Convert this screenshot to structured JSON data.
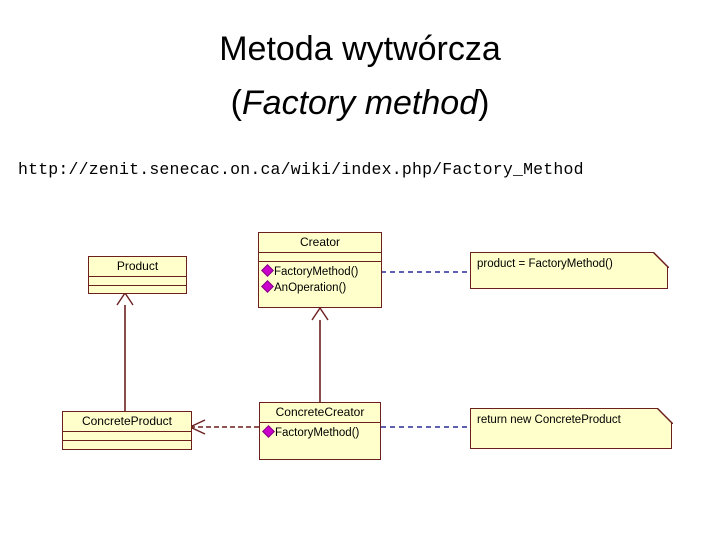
{
  "slide": {
    "title": "Metoda wytwórcza",
    "subtitle_open": "(",
    "subtitle_italic": "Factory method",
    "subtitle_close": ")",
    "source_url": "http://zenit.senecac.on.ca/wiki/index.php/Factory_Method"
  },
  "colors": {
    "box_fill": "#ffffcc",
    "box_border": "#6b1f1f",
    "note_connector": "#000080",
    "dependency": "#6b1f1f",
    "generalization": "#6b1f1f",
    "operation_marker": "#cc00cc",
    "background": "#ffffff",
    "text": "#000000"
  },
  "diagram": {
    "type": "uml-class-diagram",
    "classes": [
      {
        "id": "product",
        "name": "Product",
        "attributes": [],
        "operations": []
      },
      {
        "id": "creator",
        "name": "Creator",
        "attributes": [],
        "operations": [
          "FactoryMethod()",
          "AnOperation()"
        ]
      },
      {
        "id": "concrete-product",
        "name": "ConcreteProduct",
        "attributes": [],
        "operations": []
      },
      {
        "id": "concrete-creator",
        "name": "ConcreteCreator",
        "attributes": [],
        "operations": [
          "FactoryMethod()"
        ]
      }
    ],
    "notes": [
      {
        "id": "note-product-assign",
        "text": "product = FactoryMethod()",
        "attached_to": "creator"
      },
      {
        "id": "note-return-new",
        "text": "return new ConcreteProduct",
        "attached_to": "concrete-creator"
      }
    ],
    "relationships": [
      {
        "id": "gen-product",
        "kind": "generalization",
        "from": "concrete-product",
        "to": "product"
      },
      {
        "id": "gen-creator",
        "kind": "generalization",
        "from": "concrete-creator",
        "to": "creator"
      },
      {
        "id": "dep-creates",
        "kind": "dependency",
        "from": "concrete-creator",
        "to": "concrete-product"
      },
      {
        "id": "anchor-creator-note",
        "kind": "note-anchor",
        "from": "creator",
        "to": "note-product-assign"
      },
      {
        "id": "anchor-concrete-creator-note",
        "kind": "note-anchor",
        "from": "concrete-creator",
        "to": "note-return-new"
      }
    ]
  }
}
